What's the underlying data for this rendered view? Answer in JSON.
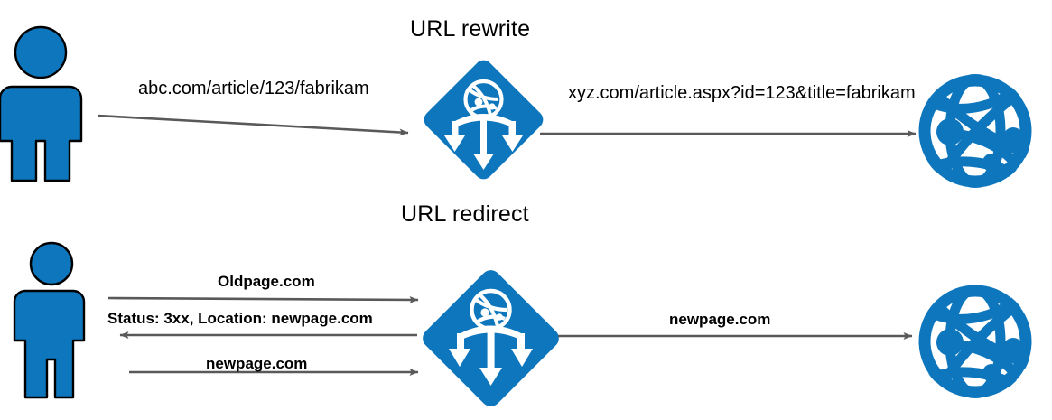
{
  "diagram": {
    "title_top": "URL rewrite",
    "title_bottom": "URL redirect",
    "colors": {
      "azure_blue": "#0E76BC",
      "icon_outline": "#000000",
      "arrow_gray": "#595959",
      "text_black": "#000000",
      "background": "#FFFFFF"
    }
  },
  "rewrite": {
    "title": "URL rewrite",
    "client_icon": "person-icon",
    "gateway_icon": "application-gateway-icon",
    "server_icon": "web-globe-icon",
    "request_label": "abc.com/article/123/fabrikam",
    "rewritten_label": "xyz.com/article.aspx?id=123&title=fabrikam"
  },
  "redirect": {
    "title": "URL redirect",
    "client_icon": "person-icon",
    "gateway_icon": "application-gateway-icon",
    "server_icon": "web-globe-icon",
    "step1_label": "Oldpage.com",
    "step2_label": "Status: 3xx, Location: newpage.com",
    "step3_label": "newpage.com",
    "backend_label": "newpage.com"
  }
}
